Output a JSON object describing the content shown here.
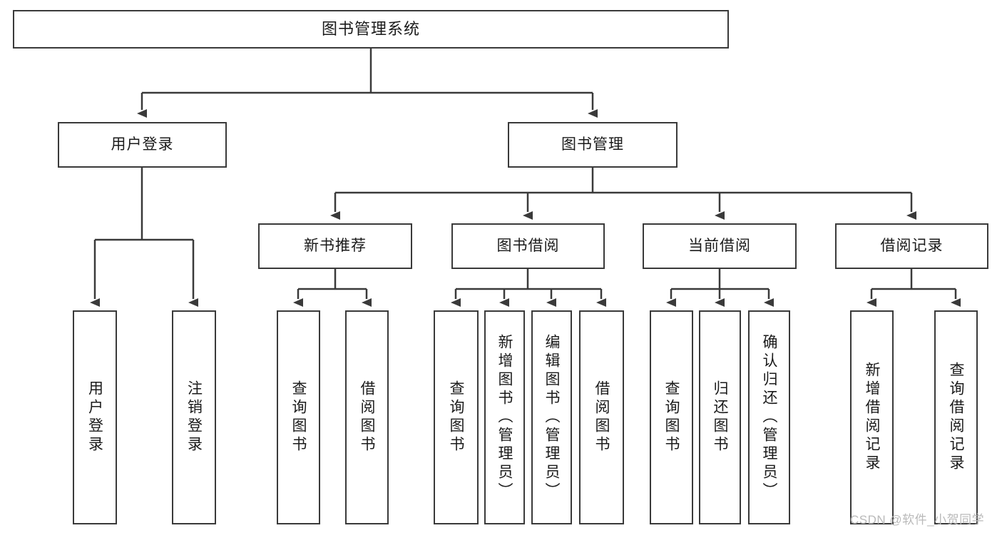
{
  "diagram": {
    "type": "tree",
    "title": "图书管理系统",
    "nodes": {
      "root": {
        "label": "图书管理系统"
      },
      "user_login": {
        "label": "用户登录"
      },
      "book_manage": {
        "label": "图书管理"
      },
      "new_book_rec": {
        "label": "新书推荐"
      },
      "book_borrow": {
        "label": "图书借阅"
      },
      "current_borrow": {
        "label": "当前借阅"
      },
      "borrow_record": {
        "label": "借阅记录"
      },
      "leaf_user_login": {
        "label": "用户登录"
      },
      "leaf_user_logout": {
        "label": "注销登录"
      },
      "leaf_query_book_1": {
        "label": "查询图书"
      },
      "leaf_borrow_book_1": {
        "label": "借阅图书"
      },
      "leaf_query_book_2": {
        "label": "查询图书"
      },
      "leaf_add_book": {
        "label": "新增图书（管理员）"
      },
      "leaf_edit_book": {
        "label": "编辑图书（管理员）"
      },
      "leaf_borrow_book_2": {
        "label": "借阅图书"
      },
      "leaf_query_book_3": {
        "label": "查询图书"
      },
      "leaf_return_book": {
        "label": "归还图书"
      },
      "leaf_confirm_return": {
        "label": "确认归还（管理员）"
      },
      "leaf_add_record": {
        "label": "新增借阅记录"
      },
      "leaf_query_record": {
        "label": "查询借阅记录"
      }
    },
    "edges": [
      {
        "from": "root",
        "to": "user_login"
      },
      {
        "from": "root",
        "to": "book_manage"
      },
      {
        "from": "user_login",
        "to": "leaf_user_login"
      },
      {
        "from": "user_login",
        "to": "leaf_user_logout"
      },
      {
        "from": "book_manage",
        "to": "new_book_rec"
      },
      {
        "from": "book_manage",
        "to": "book_borrow"
      },
      {
        "from": "book_manage",
        "to": "current_borrow"
      },
      {
        "from": "book_manage",
        "to": "borrow_record"
      },
      {
        "from": "new_book_rec",
        "to": "leaf_query_book_1"
      },
      {
        "from": "new_book_rec",
        "to": "leaf_borrow_book_1"
      },
      {
        "from": "book_borrow",
        "to": "leaf_query_book_2"
      },
      {
        "from": "book_borrow",
        "to": "leaf_add_book"
      },
      {
        "from": "book_borrow",
        "to": "leaf_edit_book"
      },
      {
        "from": "book_borrow",
        "to": "leaf_borrow_book_2"
      },
      {
        "from": "current_borrow",
        "to": "leaf_query_book_3"
      },
      {
        "from": "current_borrow",
        "to": "leaf_return_book"
      },
      {
        "from": "current_borrow",
        "to": "leaf_confirm_return"
      },
      {
        "from": "borrow_record",
        "to": "leaf_add_record"
      },
      {
        "from": "borrow_record",
        "to": "leaf_query_record"
      }
    ],
    "colors": {
      "border": "#3a3a3a",
      "fill": "#ffffff",
      "text": "#1a1a1a",
      "watermark": "#b9b9b9"
    }
  },
  "watermark": {
    "text": "CSDN @软件_小贺同学"
  }
}
